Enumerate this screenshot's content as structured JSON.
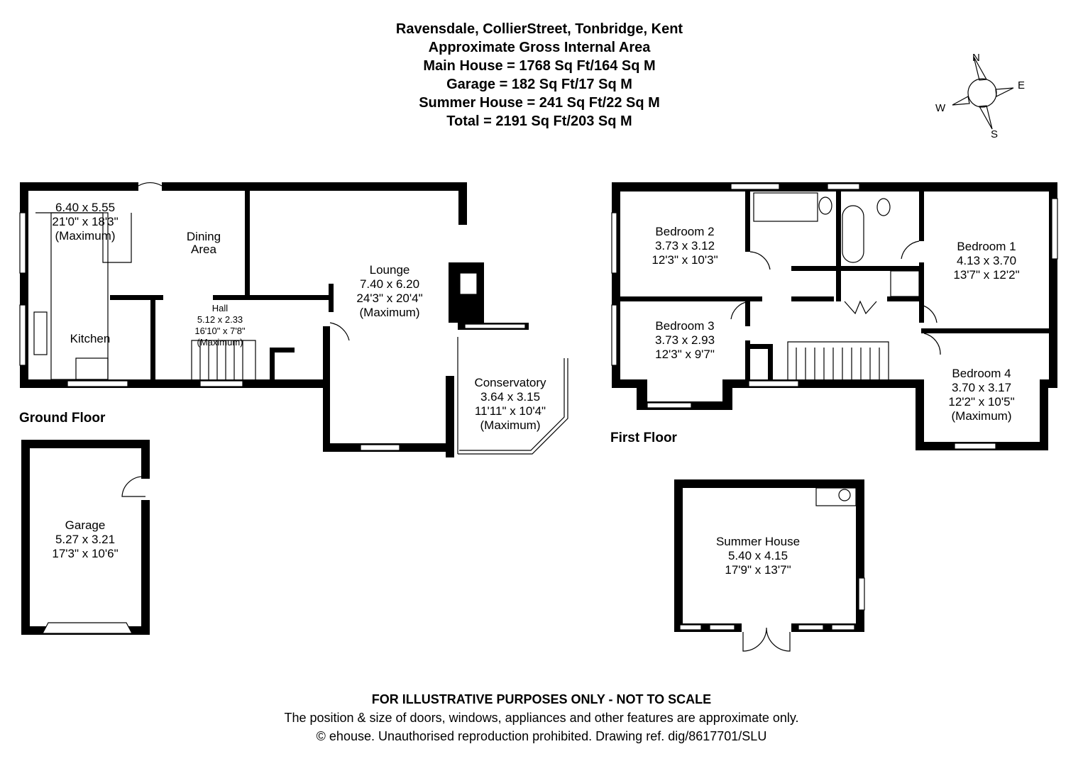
{
  "header": {
    "title": "Ravensdale, CollierStreet, Tonbridge, Kent",
    "subtitle": "Approximate Gross Internal Area",
    "areas": [
      "Main House = 1768 Sq Ft/164 Sq M",
      "Garage = 182 Sq Ft/17 Sq M",
      "Summer House = 241 Sq Ft/22 Sq M",
      "Total = 2191 Sq Ft/203 Sq M"
    ]
  },
  "compass": {
    "n": "N",
    "e": "E",
    "s": "S",
    "w": "W"
  },
  "ground_floor": {
    "label": "Ground Floor",
    "kitchen": {
      "name": "Kitchen",
      "metric": "6.40 x 5.55",
      "imperial": "21'0\" x 18'3\"",
      "note": "(Maximum)"
    },
    "dining": {
      "name1": "Dining",
      "name2": "Area"
    },
    "hall": {
      "name": "Hall",
      "metric": "5.12 x 2.33",
      "imperial": "16'10\" x 7'8\"",
      "note": "(Maximum)"
    },
    "lounge": {
      "name": "Lounge",
      "metric": "7.40 x 6.20",
      "imperial": "24'3\" x 20'4\"",
      "note": "(Maximum)"
    },
    "conservatory": {
      "name": "Conservatory",
      "metric": "3.64 x 3.15",
      "imperial": "11'11\" x 10'4\"",
      "note": "(Maximum)"
    }
  },
  "garage": {
    "name": "Garage",
    "metric": "5.27 x 3.21",
    "imperial": "17'3\" x 10'6\""
  },
  "first_floor": {
    "label": "First Floor",
    "bedroom1": {
      "name": "Bedroom 1",
      "metric": "4.13 x 3.70",
      "imperial": "13'7\" x 12'2\""
    },
    "bedroom2": {
      "name": "Bedroom 2",
      "metric": "3.73 x 3.12",
      "imperial": "12'3\" x 10'3\""
    },
    "bedroom3": {
      "name": "Bedroom 3",
      "metric": "3.73 x 2.93",
      "imperial": "12'3\" x 9'7\""
    },
    "bedroom4": {
      "name": "Bedroom 4",
      "metric": "3.70 x 3.17",
      "imperial": "12'2\" x 10'5\"",
      "note": "(Maximum)"
    }
  },
  "summer_house": {
    "name": "Summer House",
    "metric": "5.40 x 4.15",
    "imperial": "17'9\" x 13'7\""
  },
  "footer": {
    "disclaimer": "FOR ILLUSTRATIVE PURPOSES ONLY - NOT TO SCALE",
    "note": "The position & size of doors, windows, appliances and other features are approximate only.",
    "copyright": "© ehouse. Unauthorised reproduction prohibited. Drawing ref. dig/8617701/SLU"
  }
}
